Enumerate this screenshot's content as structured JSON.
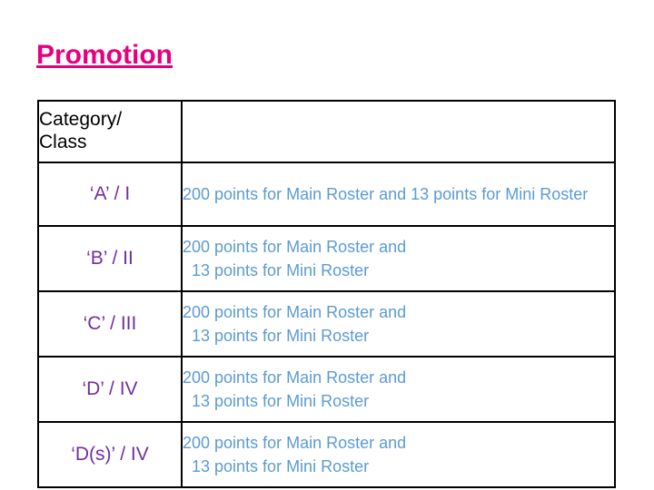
{
  "slide": {
    "title": "Promotion",
    "title_color": "#e6007e",
    "category_color": "#7030a0",
    "description_color": "#5b9bd5",
    "border_color": "#000000"
  },
  "table": {
    "header": {
      "category_label_line1": "Category/",
      "category_label_line2": "Class",
      "value_label": ""
    },
    "rows": [
      {
        "category": "‘A’ / I",
        "desc_line1": "200 points for Main Roster and 13 points",
        "desc_line2": "for Mini Roster",
        "wrap": "natural"
      },
      {
        "category": "‘B’ / II",
        "desc_line1": "200 points for Main Roster and",
        "desc_line2": "13 points for Mini Roster",
        "wrap": "indent"
      },
      {
        "category": "‘C’ / III",
        "desc_line1": "200 points for Main Roster and",
        "desc_line2": "13 points for Mini Roster",
        "wrap": "indent"
      },
      {
        "category": "‘D’ / IV",
        "desc_line1": "200 points for Main Roster and",
        "desc_line2": "13 points for Mini Roster",
        "wrap": "indent"
      },
      {
        "category": "‘D(s)’ / IV",
        "desc_line1": "200 points for Main Roster and",
        "desc_line2": "13 points for Mini Roster",
        "wrap": "indent"
      }
    ]
  }
}
